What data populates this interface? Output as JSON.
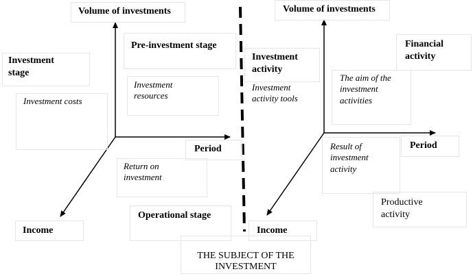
{
  "left": {
    "axis_y_label": "Volume of investments",
    "axis_x_label": "Period",
    "axis_diag_label": "Income",
    "stage_label": "Investment stage",
    "pre_stage": "Pre-investment stage",
    "costs": "Investment costs",
    "resources": "Investment resources",
    "return": "Return on investment",
    "operational": "Operational stage"
  },
  "right": {
    "axis_y_label": "Volume of investments",
    "axis_x_label": "Period",
    "axis_diag_label": "Income",
    "activity_label": "Investment activity",
    "tools": "Investment activity tools",
    "financial": "Financial activity",
    "aim": "The aim of the investment activities",
    "result": "Result of investment activity",
    "productive": "Productive activity"
  },
  "footer": "THE SUBJECT OF THE INVESTMENT",
  "colors": {
    "lines": "#000000",
    "box_border": "#e6e6e6"
  }
}
